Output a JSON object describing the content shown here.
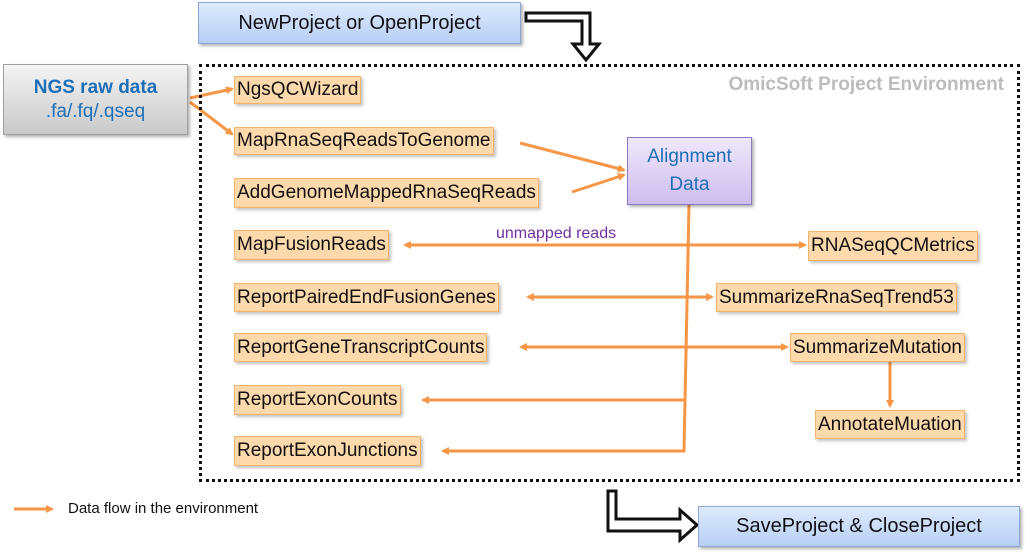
{
  "top_action": "NewProject or OpenProject",
  "bottom_action": "SaveProject & CloseProject",
  "environment_label": "OmicSoft Project Environment",
  "input": {
    "title": "NGS raw data",
    "formats": ".fa/.fq/.qseq"
  },
  "center_node": {
    "line1": "Alignment",
    "line2": "Data"
  },
  "left_modules": [
    "NgsQCWizard",
    "MapRnaSeqReadsToGenome",
    "AddGenomeMappedRnaSeqReads",
    "MapFusionReads",
    "ReportPairedEndFusionGenes",
    "ReportGeneTranscriptCounts",
    "ReportExonCounts",
    "ReportExonJunctions"
  ],
  "right_modules": [
    "RNASeqQCMetrics",
    "SummarizeRnaSeqTrend53",
    "SummarizeMutation",
    "AnnotateMuation"
  ],
  "edge_label": "unmapped reads",
  "legend": {
    "text": "Data flow in the environment"
  },
  "colors": {
    "flow": "#f79646",
    "module_fill": "#fdd9ac",
    "label_text": "#1f6fb8",
    "edge_label": "#7030a0"
  }
}
